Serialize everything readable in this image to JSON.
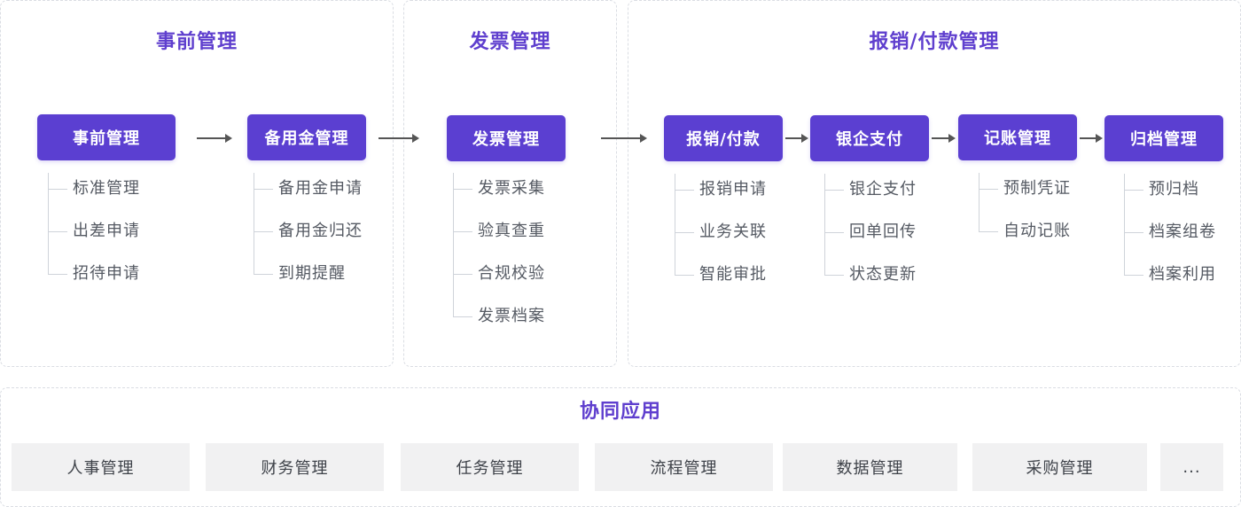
{
  "panels": {
    "pre": {
      "title": "事前管理"
    },
    "invoice": {
      "title": "发票管理"
    },
    "reimburse": {
      "title": "报销/付款管理"
    },
    "collab": {
      "title": "协同应用"
    }
  },
  "nodes": [
    {
      "label": "事前管理",
      "items": [
        "标准管理",
        "出差申请",
        "招待申请"
      ]
    },
    {
      "label": "备用金管理",
      "items": [
        "备用金申请",
        "备用金归还",
        "到期提醒"
      ]
    },
    {
      "label": "发票管理",
      "items": [
        "发票采集",
        "验真查重",
        "合规校验",
        "发票档案"
      ]
    },
    {
      "label": "报销/付款",
      "items": [
        "报销申请",
        "业务关联",
        "智能审批"
      ]
    },
    {
      "label": "银企支付",
      "items": [
        "银企支付",
        "回单回传",
        "状态更新"
      ]
    },
    {
      "label": "记账管理",
      "items": [
        "预制凭证",
        "自动记账"
      ]
    },
    {
      "label": "归档管理",
      "items": [
        "预归档",
        "档案组卷",
        "档案利用"
      ]
    }
  ],
  "apps": [
    "人事管理",
    "财务管理",
    "任务管理",
    "流程管理",
    "数据管理",
    "采购管理",
    "..."
  ],
  "colors": {
    "accent": "#5b3fd1",
    "title": "#5f3fce",
    "app_bg": "#f1f1f2",
    "border": "#dadde3"
  }
}
